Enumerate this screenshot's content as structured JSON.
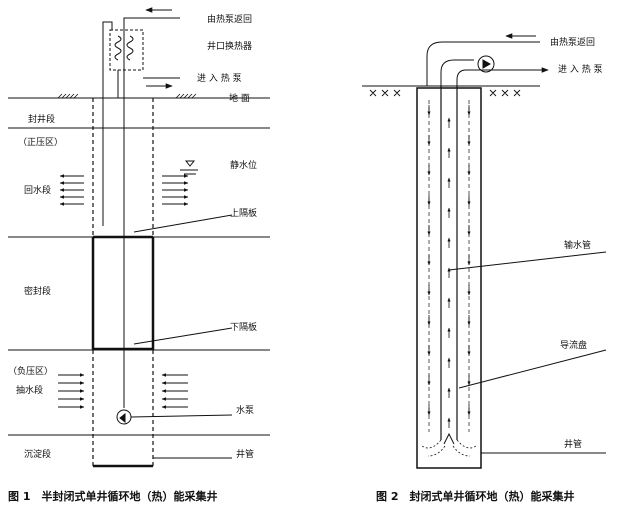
{
  "figure1": {
    "labels": {
      "from_heat_pump": "由热泵返回",
      "wellhead_exchanger": "井口换热器",
      "to_heat_pump": "进 入 热 泵",
      "ground": "地 面",
      "sealed_section": "封井段",
      "positive_zone": "（正压区）",
      "static_water_level": "静水位",
      "return_section": "回水段",
      "upper_baffle": "上隔板",
      "dense_seal_section": "密封段",
      "lower_baffle": "下隔板",
      "negative_zone": "（负压区）",
      "pumping_section": "抽水段",
      "water_pump": "水泵",
      "settling_section": "沉淀段",
      "well_pipe": "井管"
    },
    "caption": "图 1　半封闭式单井循环地（热）能采集井"
  },
  "figure2": {
    "labels": {
      "from_heat_pump": "由热泵返回",
      "to_heat_pump": "进 入 热 泵",
      "water_pipe": "输水管",
      "flow_guide_plate": "导流盘",
      "well_pipe": "井管"
    },
    "caption": "图 2　封闭式单井循环地（热）能采集井"
  }
}
